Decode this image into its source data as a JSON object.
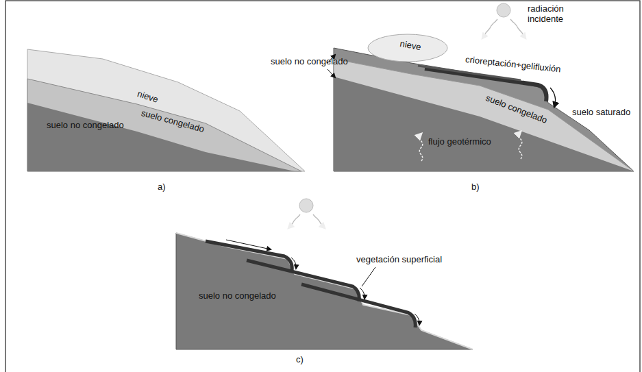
{
  "diagram": {
    "labels": [
      "nieve",
      "suelo congelado",
      "suelo no congelado",
      "a)",
      "radiación incidente",
      "suelo no congelado",
      "nieve",
      "crioreptación+gelifluxión",
      "suelo saturado",
      "suelo congelado",
      "flujo geotérmico",
      "b)",
      "vegetación superficial",
      "suelo no congelado",
      "c)"
    ]
  }
}
